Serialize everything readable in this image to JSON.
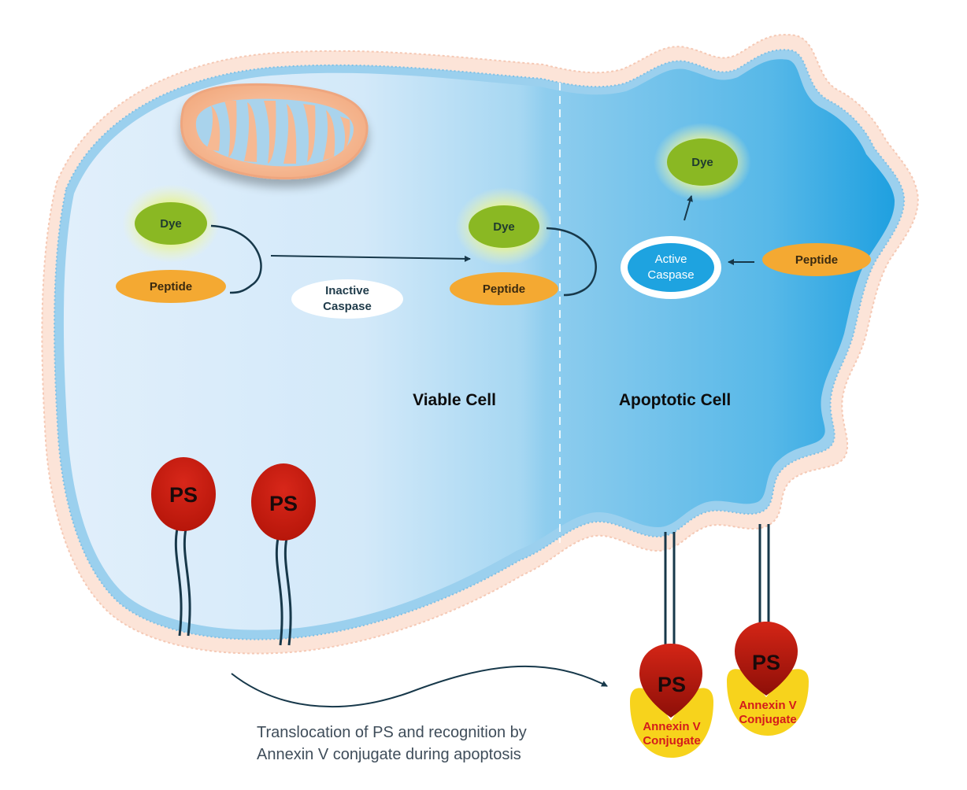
{
  "diagram": {
    "regions": {
      "viable_label": "Viable Cell",
      "apoptotic_label": "Apoptotic Cell"
    },
    "viable_probe": {
      "dye_label": "Dye",
      "peptide_label": "Peptide"
    },
    "inactive_caspase": {
      "line1": "Inactive",
      "line2": "Caspase"
    },
    "entering_probe": {
      "dye_label": "Dye",
      "peptide_label": "Peptide"
    },
    "active_caspase": {
      "line1": "Active",
      "line2": "Caspase"
    },
    "released_dye": {
      "label": "Dye"
    },
    "cleaved_peptide": {
      "label": "Peptide"
    },
    "phosphatidylserine": {
      "inner_left": "PS",
      "inner_right": "PS",
      "outer_left": "PS",
      "outer_right": "PS"
    },
    "annexin": {
      "left_line1": "Annexin V",
      "left_line2": "Conjugate",
      "right_line1": "Annexin V",
      "right_line2": "Conjugate"
    },
    "caption": {
      "line1": "Translocation of PS and recognition by",
      "line2": "Annexin V conjugate during apoptosis"
    },
    "colors": {
      "membrane_outer": "#fbe1d5",
      "membrane_inner": "#8fc9e9",
      "viable_fill": "#dcedfb",
      "apoptotic_fill": "#2ba6e2",
      "dye": "#8ab823",
      "peptide": "#f4a932",
      "active_caspase": "#1ea3e0",
      "ps": "#c81e10",
      "annexin": "#f7d31c",
      "arrow": "#17384a"
    }
  }
}
